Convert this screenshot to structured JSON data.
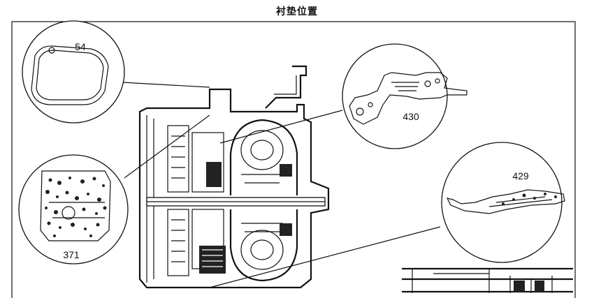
{
  "title": "衬垫位置",
  "callouts": [
    {
      "id": "oil-pan-gasket",
      "label": "54"
    },
    {
      "id": "valve-body-gasket",
      "label": "371"
    },
    {
      "id": "spacer-plate-gasket-430",
      "label": "430"
    },
    {
      "id": "case-gasket-429",
      "label": "429"
    }
  ]
}
